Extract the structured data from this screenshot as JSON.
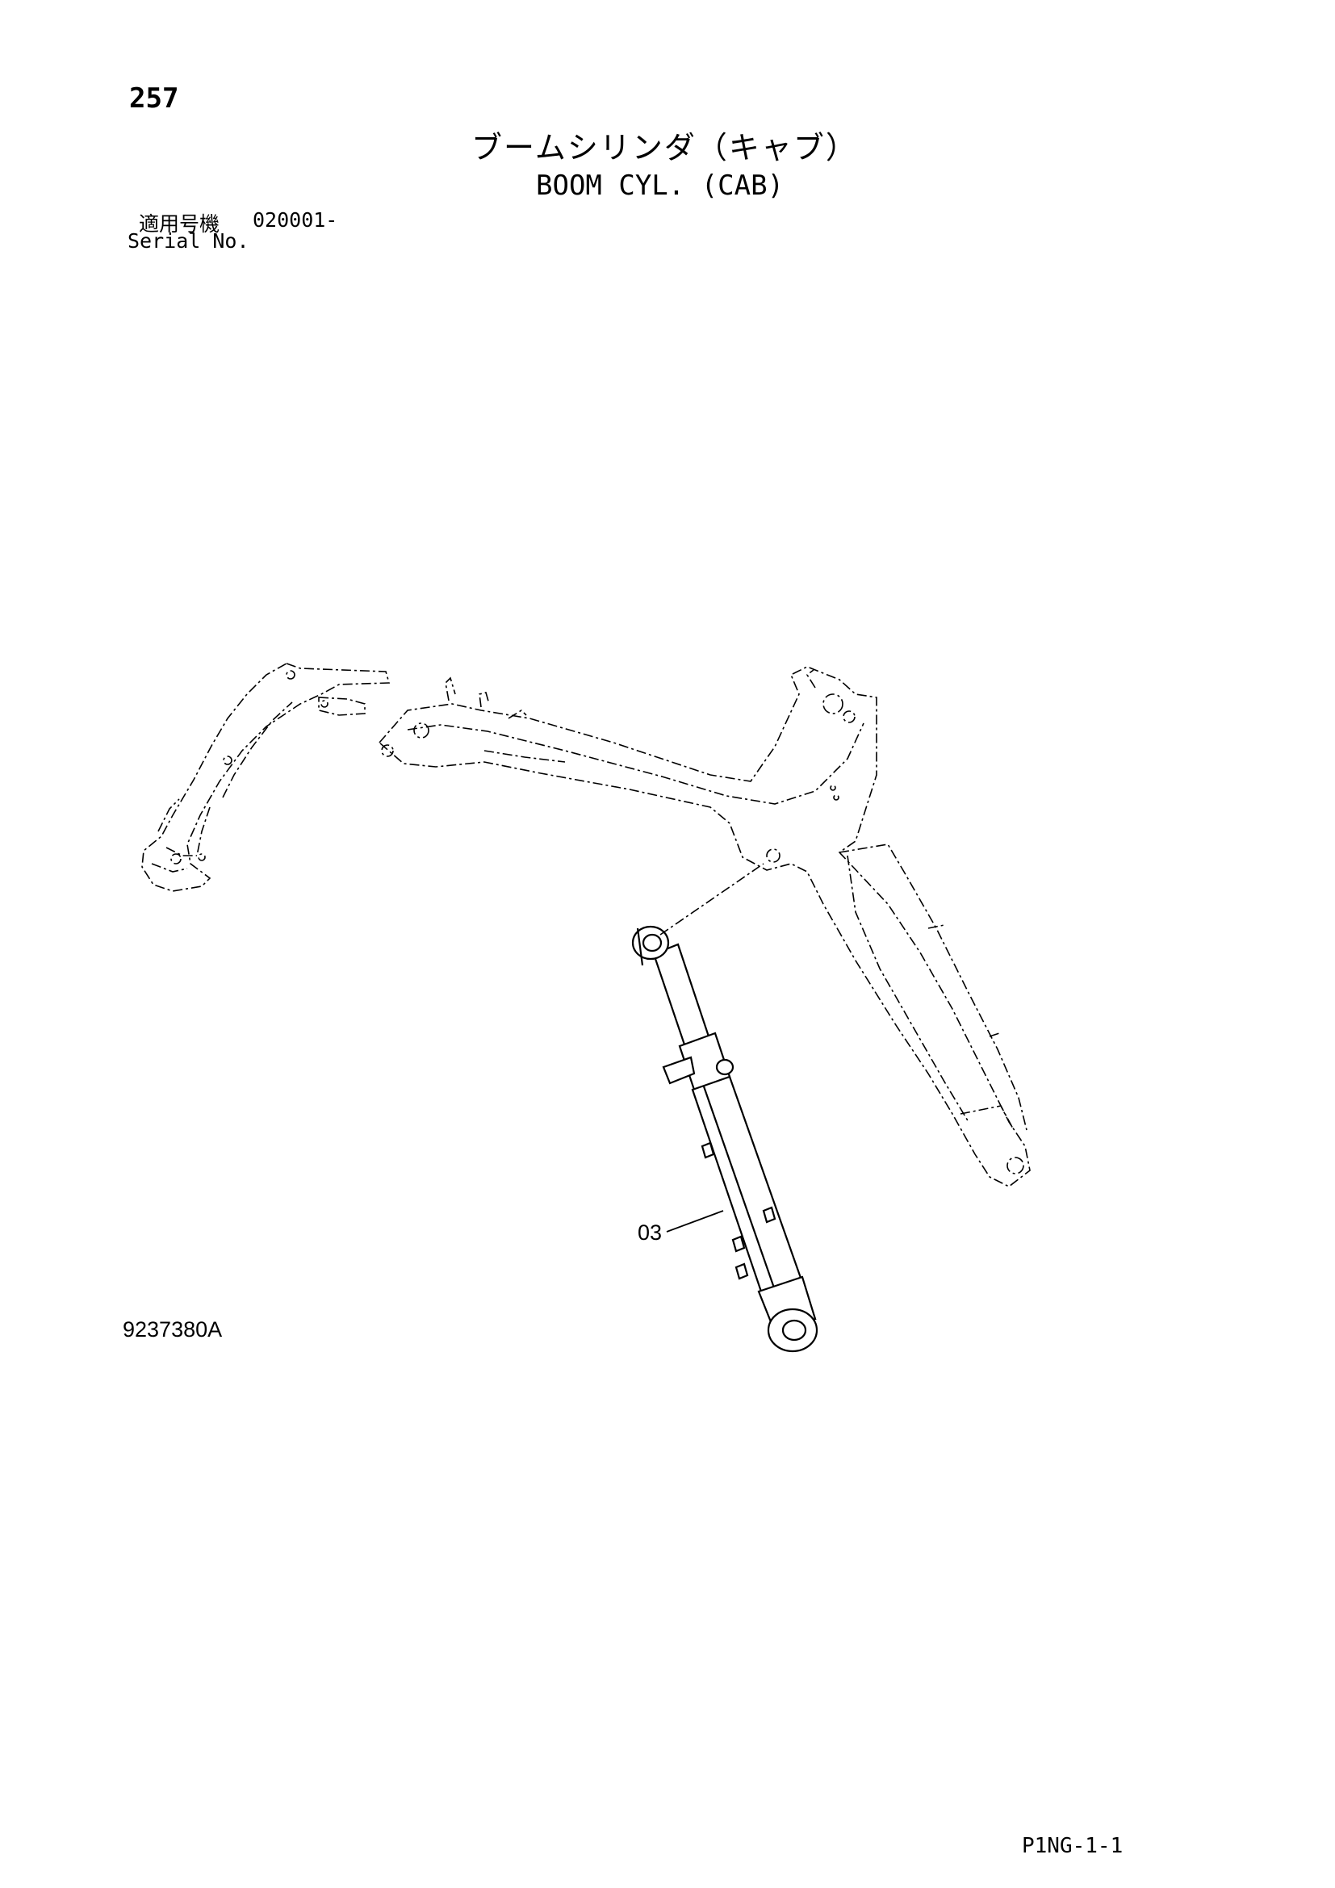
{
  "header": {
    "page_number": "257",
    "title_jp": "ブームシリンダ（キャブ）",
    "title_en": "BOOM CYL. (CAB)",
    "serial_label_jp": "適用号機",
    "serial_value": "020001-",
    "serial_label_en": "Serial No."
  },
  "drawing": {
    "part_label": "03",
    "drawing_number": "9237380A"
  },
  "footer": {
    "code": "P1NG-1-1"
  }
}
